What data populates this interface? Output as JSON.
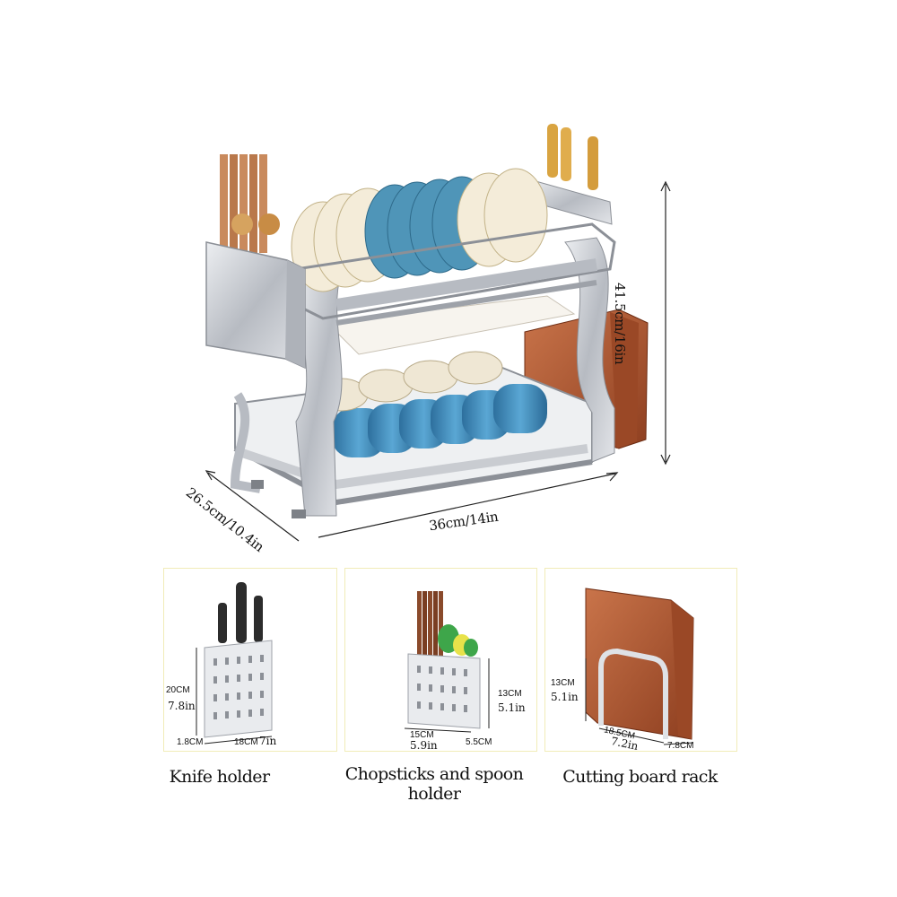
{
  "main_product": {
    "name": "two-tier dish drying rack",
    "dimensions": {
      "height": "41.5cm/16in",
      "depth": "26.5cm/10.4in",
      "width": "36cm/14in"
    }
  },
  "panels": [
    {
      "caption": "Knife holder",
      "dims": {
        "height_cm": "20CM",
        "height_in": "7.8in",
        "width_cm": "18CM",
        "width_in": "7in",
        "depth_cm": "1.8CM"
      }
    },
    {
      "caption": "Chopsticks and spoon holder",
      "dims": {
        "height_cm": "13CM",
        "height_in": "5.1in",
        "width_cm": "15CM",
        "width_in": "5.9in",
        "depth_cm": "5.5CM"
      }
    },
    {
      "caption": "Cutting board rack",
      "dims": {
        "height_cm": "13CM",
        "height_in": "5.1in",
        "width_cm": "18.5CM",
        "width_in": "7.2in",
        "depth_cm": "7.8CM"
      }
    }
  ],
  "colors": {
    "steel": "#c9ccd1",
    "steel_dark": "#8c9097",
    "plate_cream": "#efe7d4",
    "bowl_blue": "#3f86b5",
    "wood": "#b35a34",
    "panel_border": "#f1ecb8"
  }
}
